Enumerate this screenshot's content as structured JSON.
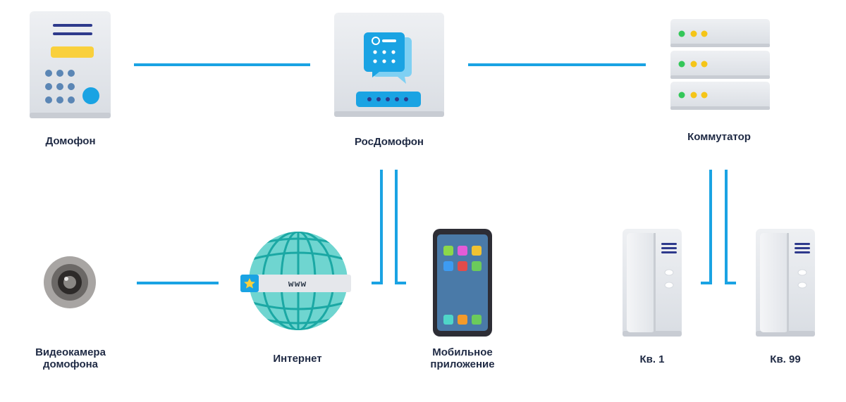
{
  "nodes": {
    "intercom": {
      "label": "Домофон"
    },
    "rosdomofon": {
      "label": "РосДомофон"
    },
    "switch": {
      "label": "Коммутатор"
    },
    "camera": {
      "label_line1": "Видеокамера",
      "label_line2": "домофона"
    },
    "internet": {
      "label": "Интернет",
      "url_text": "www"
    },
    "mobile_app": {
      "label_line1": "Мобильное",
      "label_line2": "приложение"
    },
    "apt1": {
      "label": "Кв. 1"
    },
    "apt99": {
      "label": "Кв. 99"
    }
  },
  "colors": {
    "connector": "#1aa3e3",
    "panel": "#e4e7ec",
    "navy": "#2e3a8c",
    "yellow": "#f9d03c",
    "globe": "#6fd5d0",
    "globe_lines": "#1ba8a4",
    "phone_screen": "#4a7aa8",
    "server_green": "#34c759",
    "server_yellow": "#f5c518",
    "label": "#1f2a44"
  }
}
